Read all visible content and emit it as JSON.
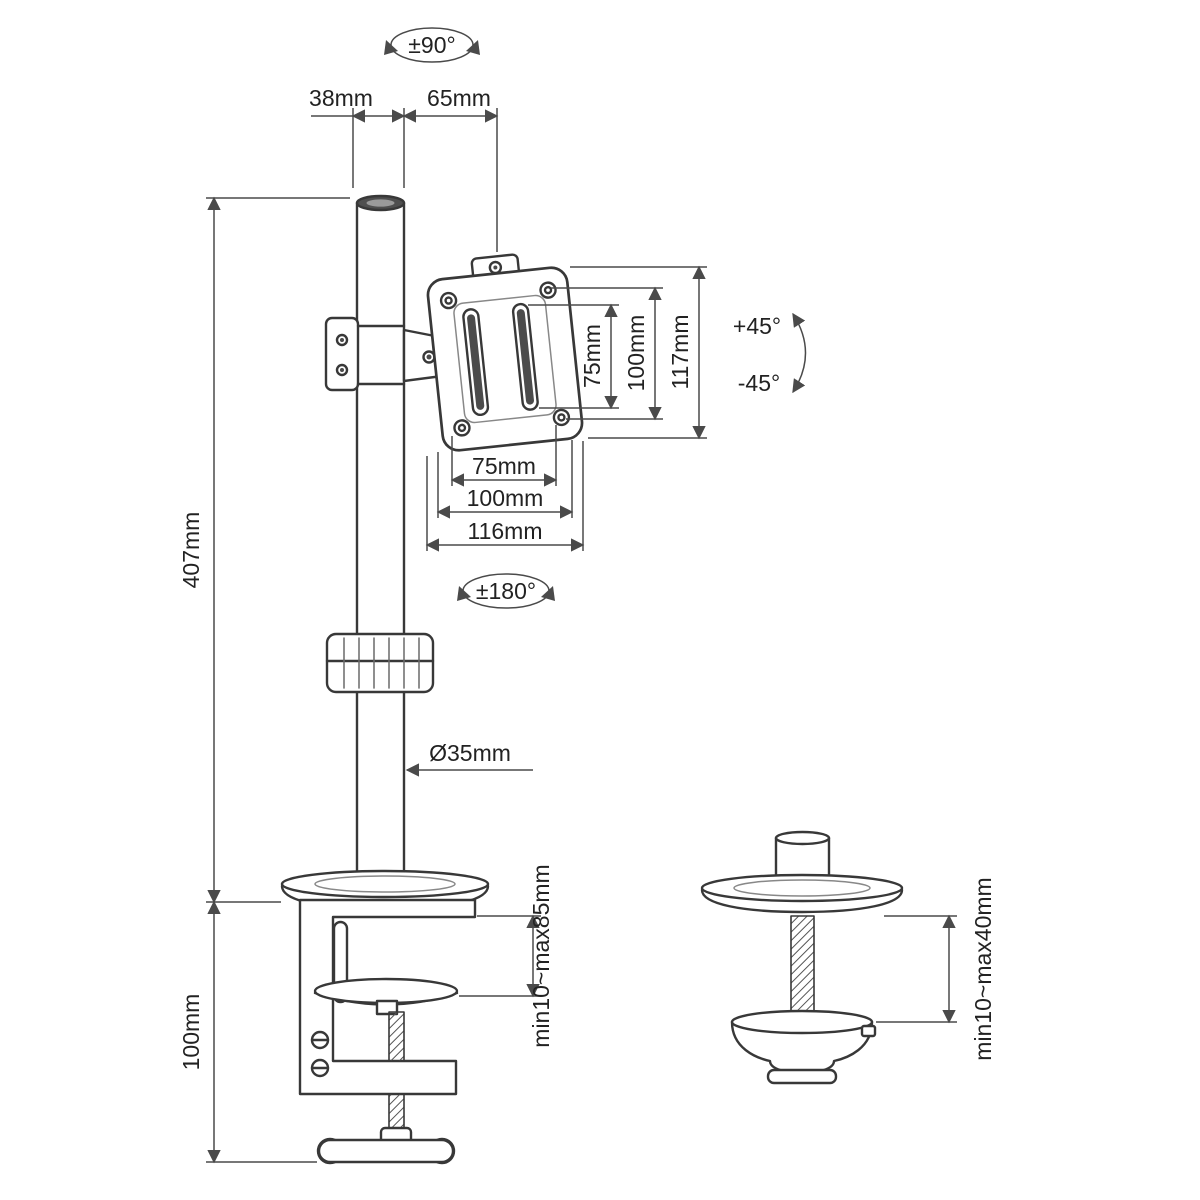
{
  "drawing": {
    "title": "Monitor desk mount arm dimensional drawing",
    "labels": {
      "swivel_range": "±90°",
      "pole_top_width": "38mm",
      "arm_length": "65mm",
      "vesa_slot_height": "75mm",
      "vesa_hole_height": "100mm",
      "plate_height": "117mm",
      "tilt_up": "+45°",
      "tilt_down": "-45°",
      "vesa_hole_width": "75mm",
      "vesa_hole_width_max": "100mm",
      "plate_width": "116mm",
      "rotation_range": "±180°",
      "pole_height": "407mm",
      "pole_diameter": "Ø35mm",
      "clamp_height": "100mm",
      "clamp_thickness_range": "min10~max85mm",
      "grommet_thickness_range": "min10~max40mm"
    },
    "colors": {
      "line": "#383838",
      "dimension": "#4a4a4a",
      "text": "#222222",
      "background": "#ffffff",
      "dark_fill": "#4b4b4b"
    }
  }
}
